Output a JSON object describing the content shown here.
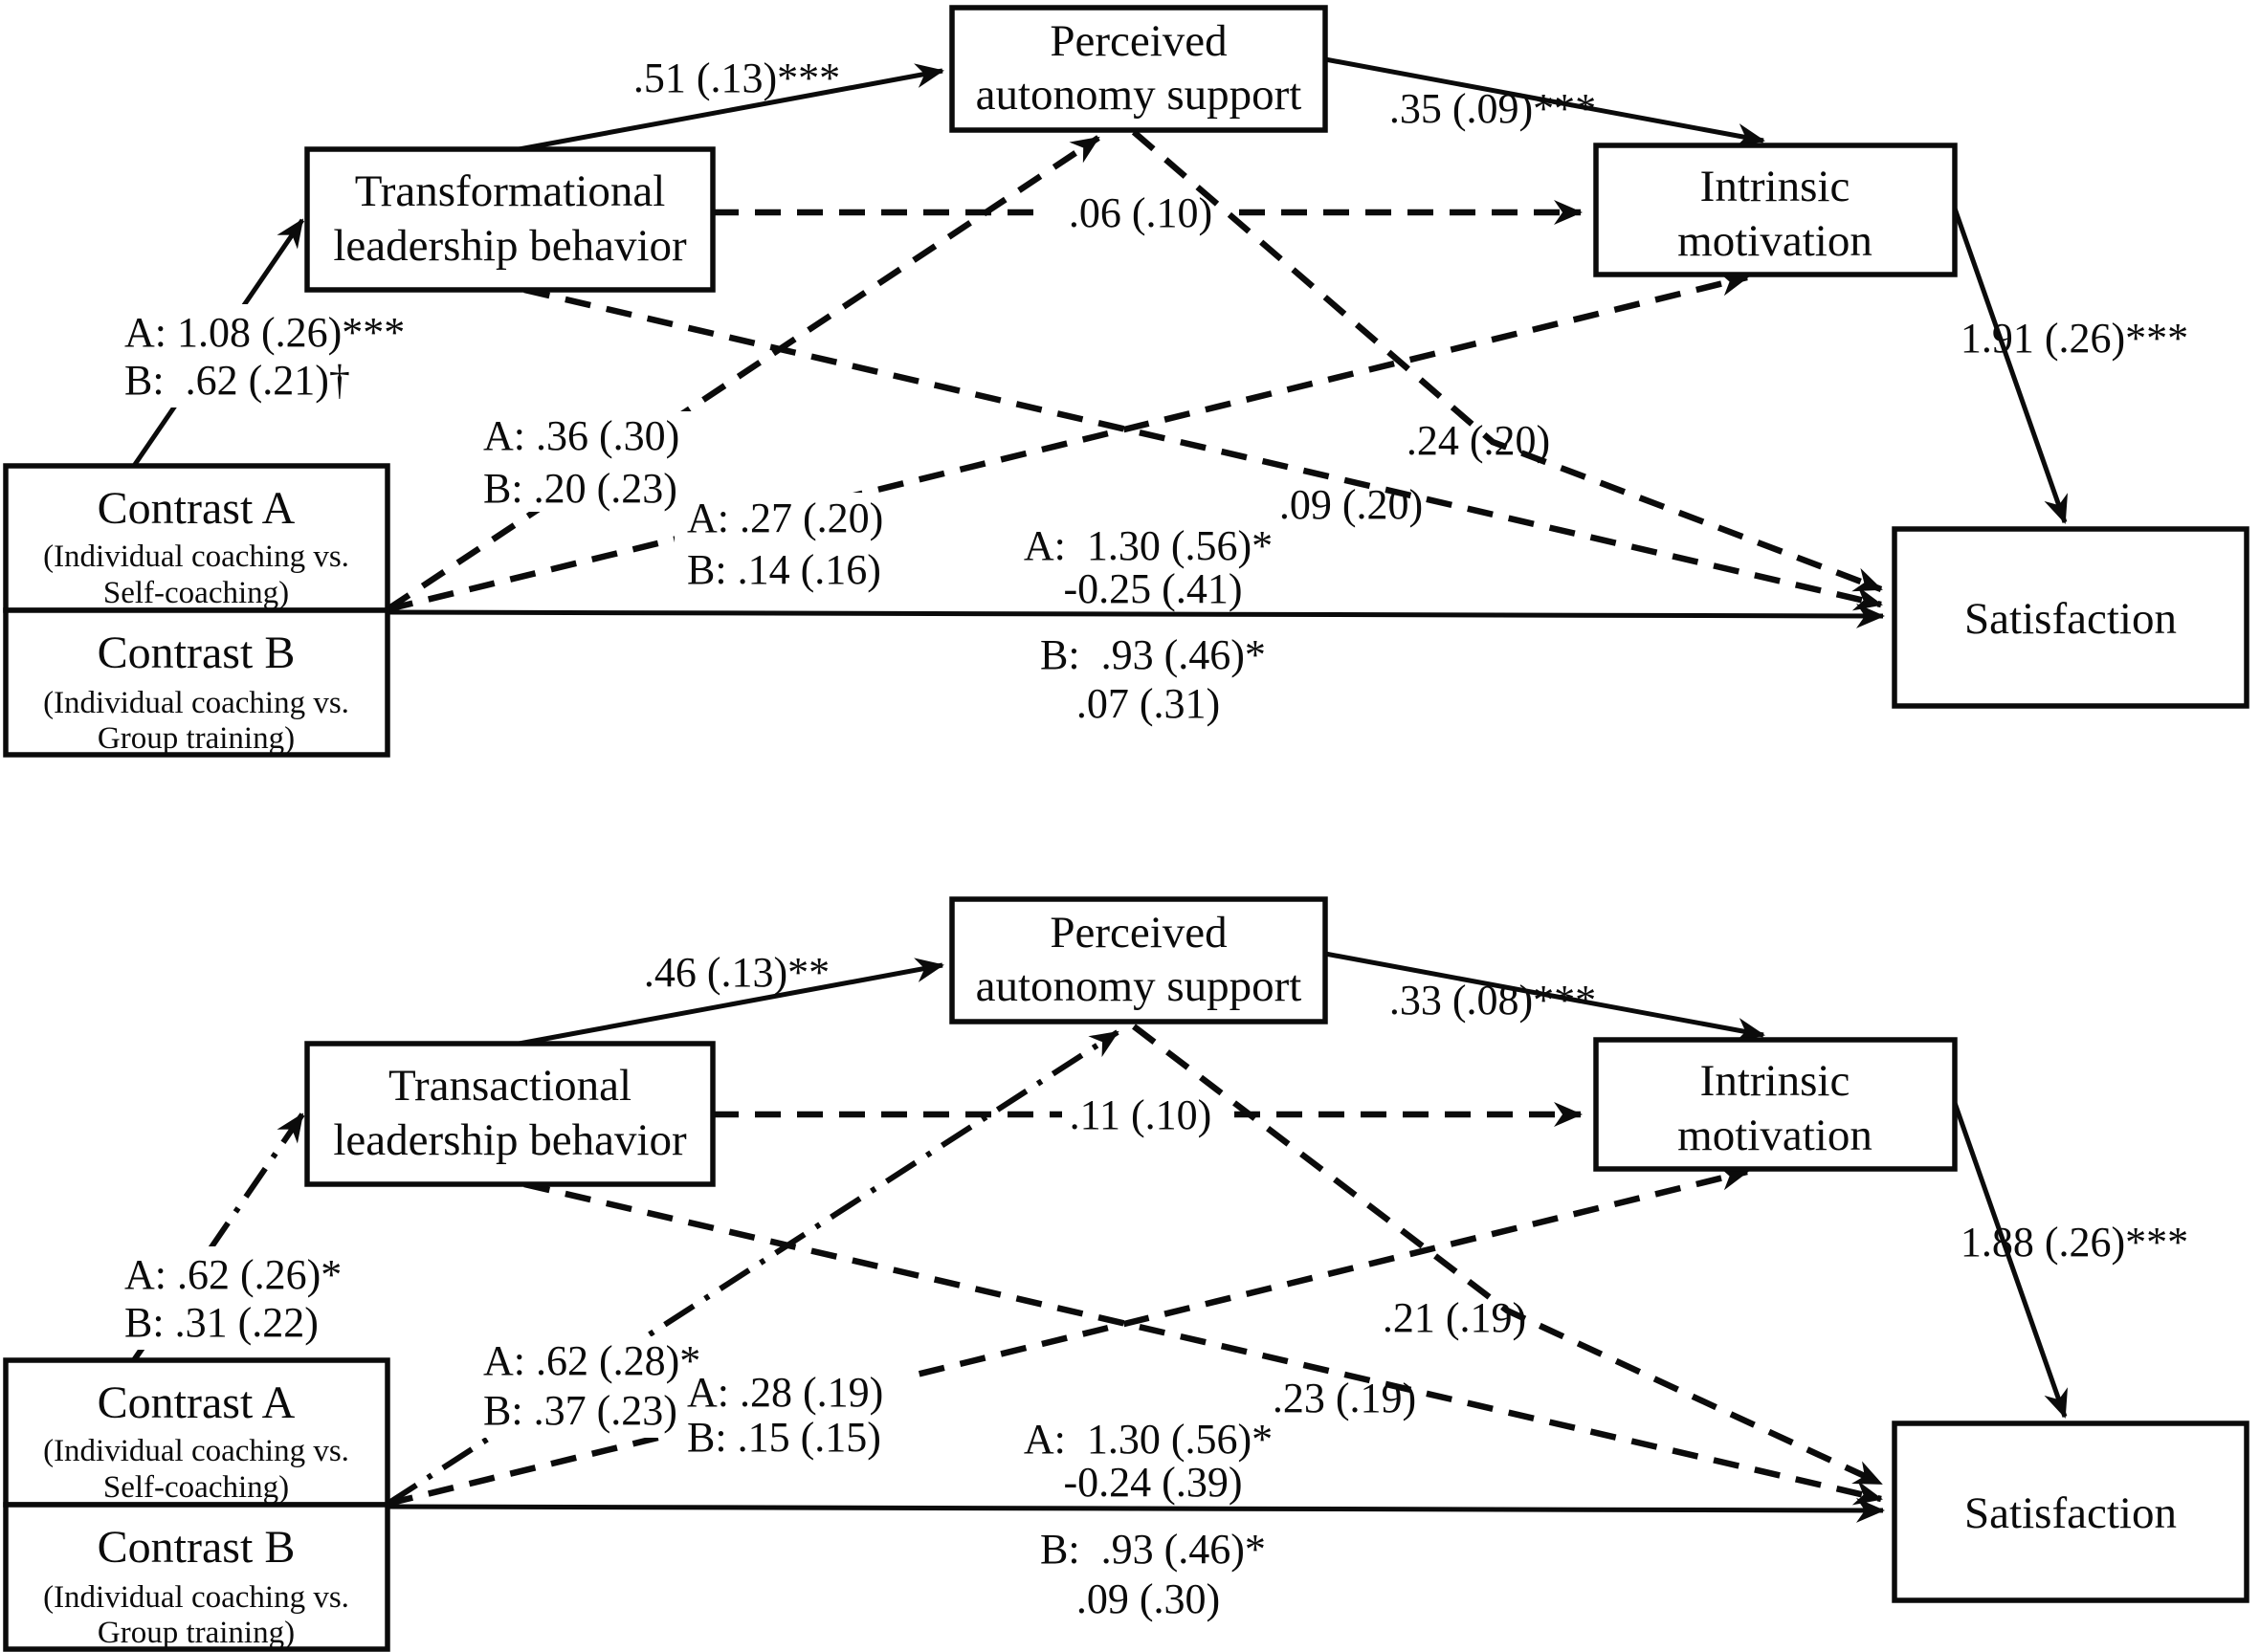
{
  "colors": {
    "ink": "#0b0b0b",
    "background": "#ffffff"
  },
  "diagrams": [
    {
      "boxes": {
        "leadership": {
          "line1": "Transformational",
          "line2": "leadership behavior"
        },
        "pas": {
          "line1": "Perceived",
          "line2": "autonomy support"
        },
        "im": {
          "line1": "Intrinsic",
          "line2": "motivation"
        },
        "satisfaction": {
          "label": "Satisfaction"
        },
        "contrast_a": {
          "title": "Contrast A",
          "sub1": "(Individual coaching vs.",
          "sub2": "Self-coaching)"
        },
        "contrast_b": {
          "title": "Contrast B",
          "sub1": "(Individual coaching vs.",
          "sub2": "Group training)"
        }
      },
      "coefficients": {
        "contrast_to_leadership_a": "A: 1.08 (.26)***",
        "contrast_to_leadership_b": "B:  .62 (.21)†",
        "leadership_to_pas": ".51 (.13)***",
        "pas_to_im": ".35 (.09)***",
        "im_to_satisfaction": "1.91 (.26)***",
        "leadership_to_im": ".06 (.10)",
        "contrast_to_pas_a": "A: .36 (.30)",
        "contrast_to_pas_b": "B: .20 (.23)",
        "contrast_to_im_a": "A: .27 (.20)",
        "contrast_to_im_b": "B: .14 (.16)",
        "pas_to_satisfaction": ".24 (.20)",
        "leadership_to_satisfaction": ".09 (.20)",
        "direct_a1": "A:  1.30 (.56)*",
        "direct_a2": "-0.25 (.41)",
        "direct_b1": "B:  .93 (.46)*",
        "direct_b2": ".07 (.31)"
      }
    },
    {
      "boxes": {
        "leadership": {
          "line1": "Transactional",
          "line2": "leadership behavior"
        },
        "pas": {
          "line1": "Perceived",
          "line2": "autonomy support"
        },
        "im": {
          "line1": "Intrinsic",
          "line2": "motivation"
        },
        "satisfaction": {
          "label": "Satisfaction"
        },
        "contrast_a": {
          "title": "Contrast A",
          "sub1": "(Individual coaching vs.",
          "sub2": "Self-coaching)"
        },
        "contrast_b": {
          "title": "Contrast B",
          "sub1": "(Individual coaching vs.",
          "sub2": "Group training)"
        }
      },
      "coefficients": {
        "contrast_to_leadership_a": "A: .62 (.26)*",
        "contrast_to_leadership_b": "B: .31 (.22)",
        "leadership_to_pas": ".46 (.13)**",
        "pas_to_im": ".33 (.08)***",
        "im_to_satisfaction": "1.88 (.26)***",
        "leadership_to_im": ".11 (.10)",
        "contrast_to_pas_a": "A: .62 (.28)*",
        "contrast_to_pas_b": "B: .37 (.23)",
        "contrast_to_im_a": "A: .28 (.19)",
        "contrast_to_im_b": "B: .15 (.15)",
        "pas_to_satisfaction": ".21 (.19)",
        "leadership_to_satisfaction": ".23 (.19)",
        "direct_a1": "A:  1.30 (.56)*",
        "direct_a2": "-0.24 (.39)",
        "direct_b1": "B:  .93 (.46)*",
        "direct_b2": ".09 (.30)"
      }
    }
  ]
}
